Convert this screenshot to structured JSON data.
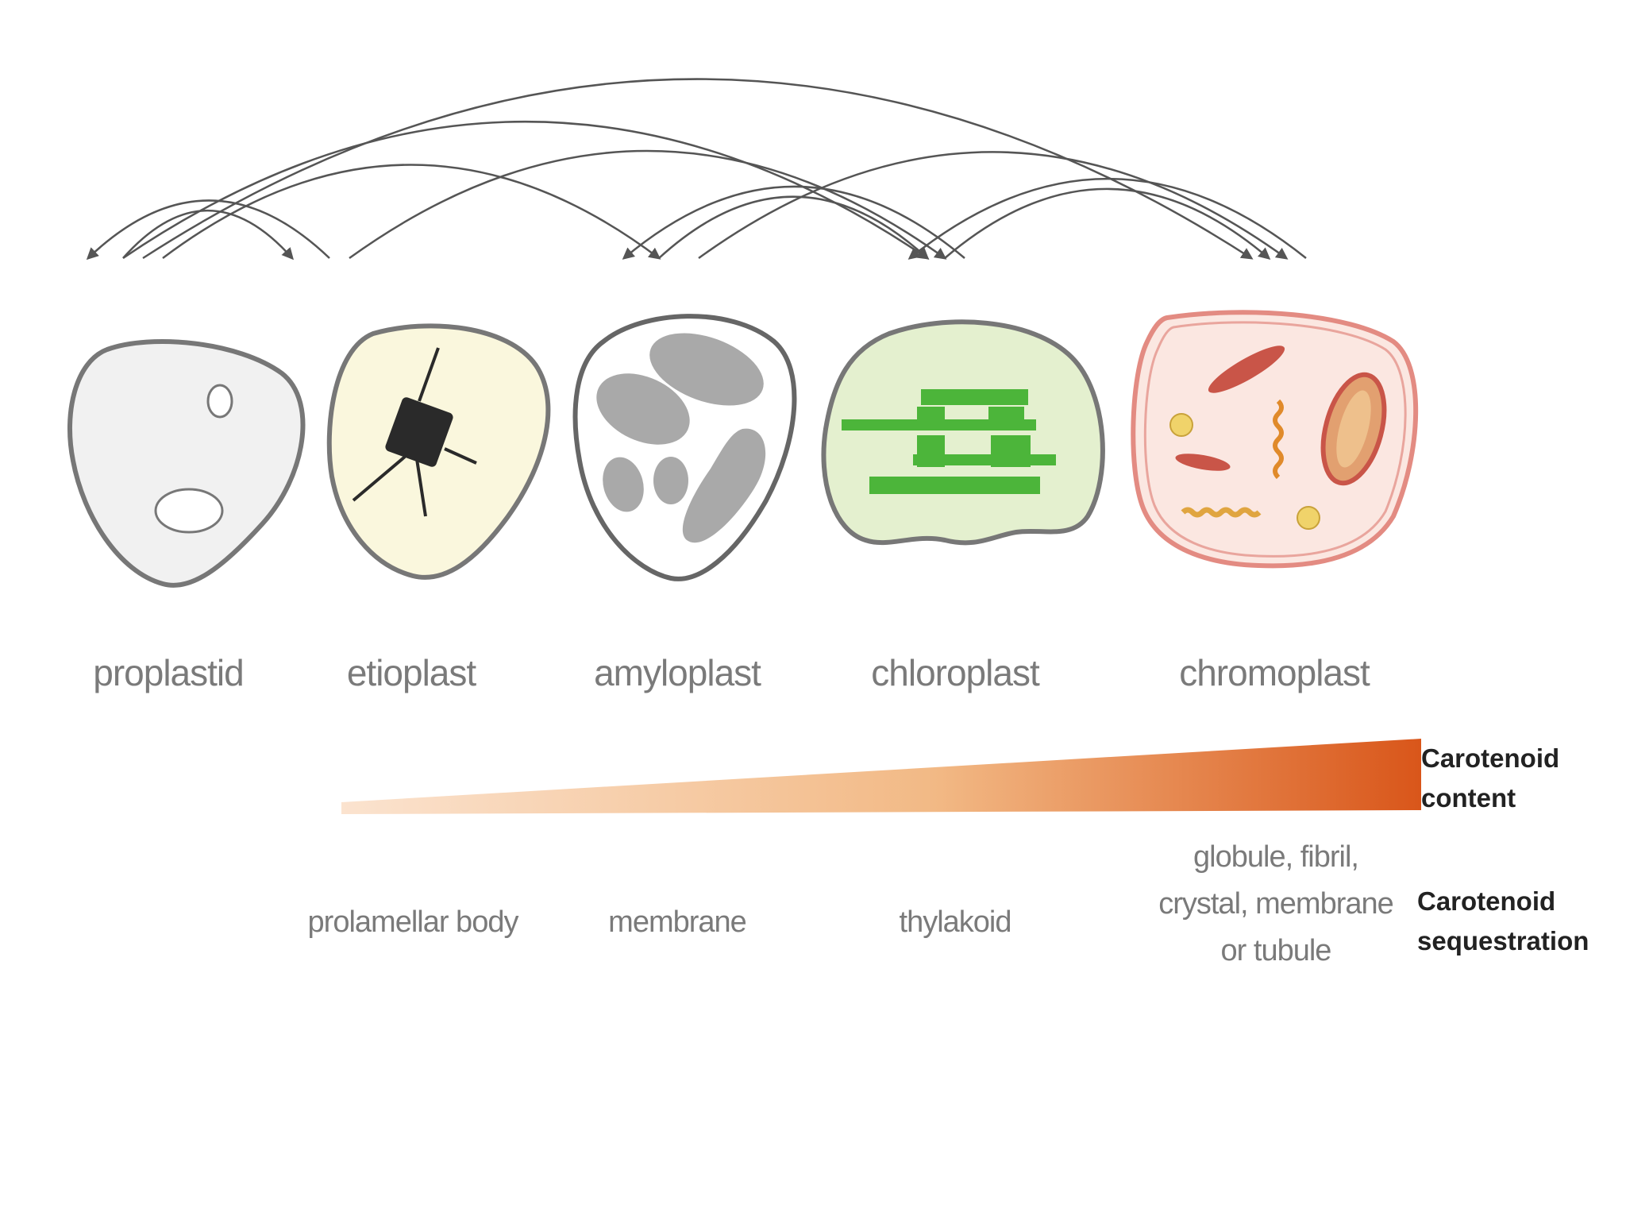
{
  "plastids": [
    {
      "id": "proplastid",
      "name": "proplastid"
    },
    {
      "id": "etioplast",
      "name": "etioplast"
    },
    {
      "id": "amyloplast",
      "name": "amyloplast"
    },
    {
      "id": "chloroplast",
      "name": "chloroplast"
    },
    {
      "id": "chromoplast",
      "name": "chromoplast"
    }
  ],
  "sequestration": [
    {
      "plastid": "etioplast",
      "text": "prolamellar body"
    },
    {
      "plastid": "amyloplast",
      "text": "membrane"
    },
    {
      "plastid": "chloroplast",
      "text": "thylakoid"
    },
    {
      "plastid": "chromoplast",
      "text": "globule, fibril, crystal, membrane or tubule"
    }
  ],
  "side_labels": {
    "content": "Carotenoid content",
    "sequestration": "Carotenoid sequestration"
  },
  "gradient": {
    "start_color": "#fbe3cf",
    "end_color": "#d9561a"
  },
  "colors": {
    "proplastid_fill": "#f1f1f1",
    "etioplast_fill": "#faf7dd",
    "chloroplast_fill": "#e4f0cf",
    "thylakoid": "#4cb53a",
    "chromoplast_fill": "#fbe7e1",
    "chromoplast_edge": "#e38b82",
    "outline": "#777777"
  },
  "transitions": [
    [
      "proplastid",
      "etioplast"
    ],
    [
      "etioplast",
      "proplastid"
    ],
    [
      "proplastid",
      "amyloplast"
    ],
    [
      "proplastid",
      "chloroplast"
    ],
    [
      "proplastid",
      "chromoplast"
    ],
    [
      "etioplast",
      "chloroplast"
    ],
    [
      "amyloplast",
      "chloroplast"
    ],
    [
      "chloroplast",
      "amyloplast"
    ],
    [
      "amyloplast",
      "chromoplast"
    ],
    [
      "chloroplast",
      "chromoplast"
    ],
    [
      "chromoplast",
      "chloroplast"
    ]
  ]
}
